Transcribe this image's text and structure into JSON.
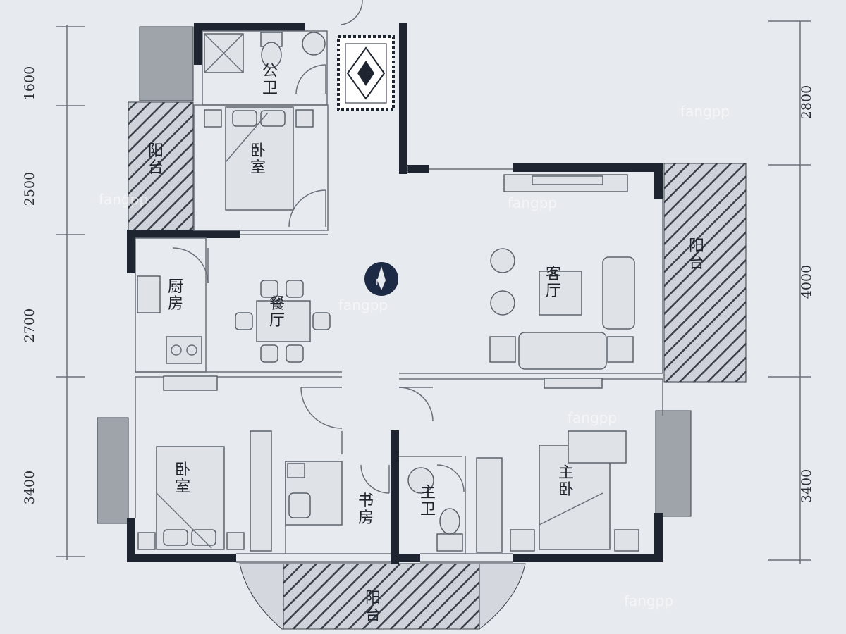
{
  "rooms": {
    "public_bath": "公卫",
    "bedroom_north": "卧室",
    "balcony_west": "阳台",
    "kitchen": "厨房",
    "dining": "餐厅",
    "living": "客厅",
    "balcony_east": "阳台",
    "bedroom_sw": "卧室",
    "study": "书房",
    "master_bath": "主卫",
    "master_bedroom": "主卧",
    "balcony_south": "阳台"
  },
  "dimensions": {
    "left": [
      "1600",
      "2500",
      "2700",
      "3400"
    ],
    "right": [
      "2800",
      "4000",
      "3400"
    ]
  },
  "compass_icon": "compass-icon",
  "watermark": "fangpp",
  "colors": {
    "background": "#e7eaee",
    "wall": "#1f2530",
    "hatch": "#3a404a"
  }
}
